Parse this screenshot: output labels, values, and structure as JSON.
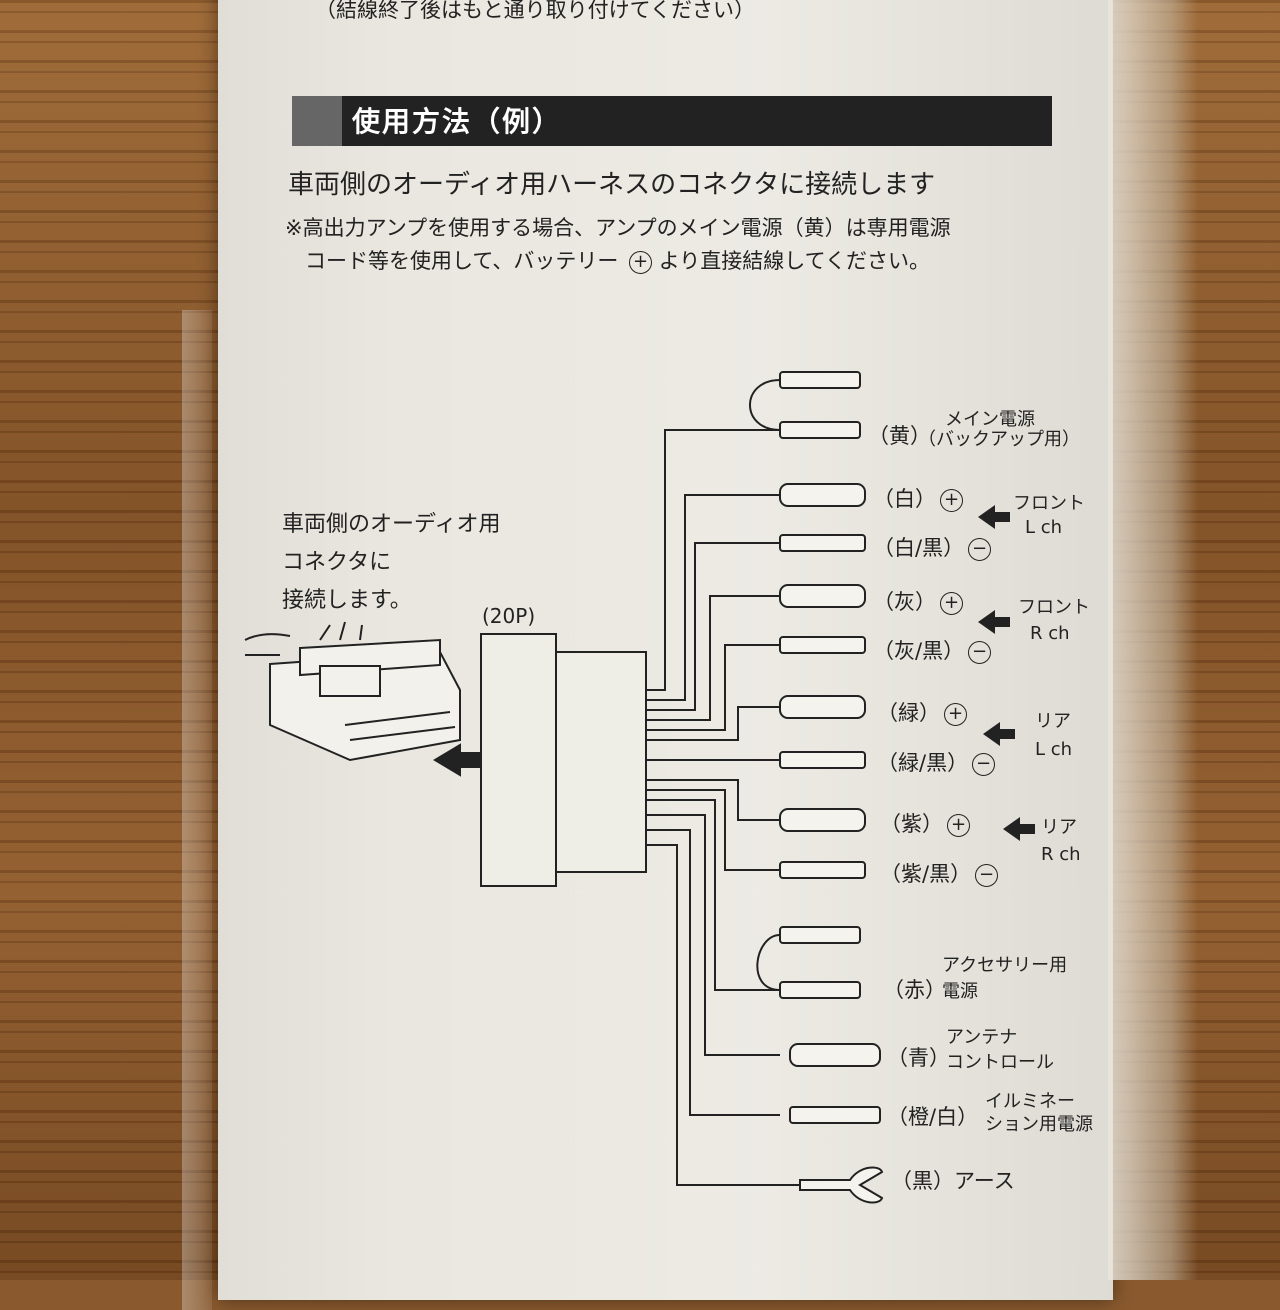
{
  "top_note": "（結線終了後はもと通り取り付けてください）",
  "section_title": "使用方法（例）",
  "intro": "車両側のオーディオ用ハーネスのコネクタに接続します",
  "note_line1": "※高出力アンプを使用する場合、アンプのメイン電源（黄）は専用電源",
  "note_line2_a": "コード等を使用して、バッテリー",
  "note_line2_b": "より直接結線してください。",
  "battery_plus": "+",
  "connector_label_1": "車両側のオーディオ用",
  "connector_label_2": "コネクタに",
  "connector_label_3": "接続します。",
  "pin_count": "(20P)",
  "wires": [
    {
      "color": "（黄）",
      "desc1": "メイン電源",
      "desc2": "（バックアップ用）"
    },
    {
      "color": "（白）",
      "sign": "+"
    },
    {
      "color": "（白/黒）",
      "sign": "−"
    },
    {
      "color": "（灰）",
      "sign": "+"
    },
    {
      "color": "（灰/黒）",
      "sign": "−"
    },
    {
      "color": "（緑）",
      "sign": "+"
    },
    {
      "color": "（緑/黒）",
      "sign": "−"
    },
    {
      "color": "（紫）",
      "sign": "+"
    },
    {
      "color": "（紫/黒）",
      "sign": "−"
    },
    {
      "color": "（赤）",
      "desc1": "アクセサリー用",
      "desc2": "電源"
    },
    {
      "color": "（青）",
      "desc1": "アンテナ",
      "desc2": "コントロール"
    },
    {
      "color": "（橙/白）",
      "desc1": "イルミネー",
      "desc2": "ション用電源"
    },
    {
      "color": "（黒）アース"
    }
  ],
  "groups": [
    {
      "name": "フロント",
      "ch": "L ch"
    },
    {
      "name": "フロント",
      "ch": "R ch"
    },
    {
      "name": "リア",
      "ch": "L ch"
    },
    {
      "name": "リア",
      "ch": "R ch"
    }
  ]
}
